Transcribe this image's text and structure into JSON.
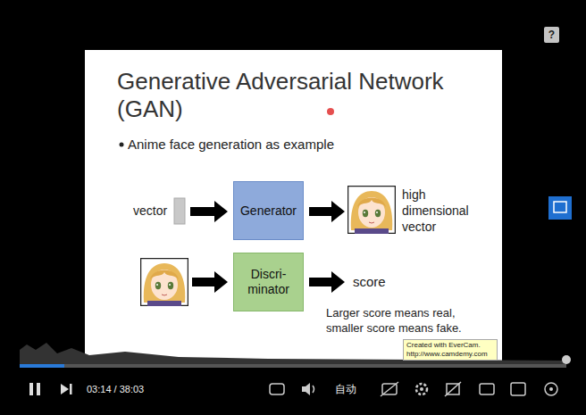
{
  "diagram": {
    "title": "Generative Adversarial Network (GAN)",
    "nodes": [
      {
        "text": [
          "?"
        ]
      },
      {
        "text": [
          "Generator"
        ]
      },
      {
        "text": [
          "Discri- minator"
        ]
      },
      {
        "text": [
          "Created with EverCam.",
          "http://www.camdemy.com"
        ]
      }
    ],
    "labels": [
      "Anime face generation as example",
      "vector",
      "high dimensional vector",
      "score",
      "Larger score means real, smaller score means fake.",
      "03:14 / 38:03",
      "自动"
    ]
  }
}
